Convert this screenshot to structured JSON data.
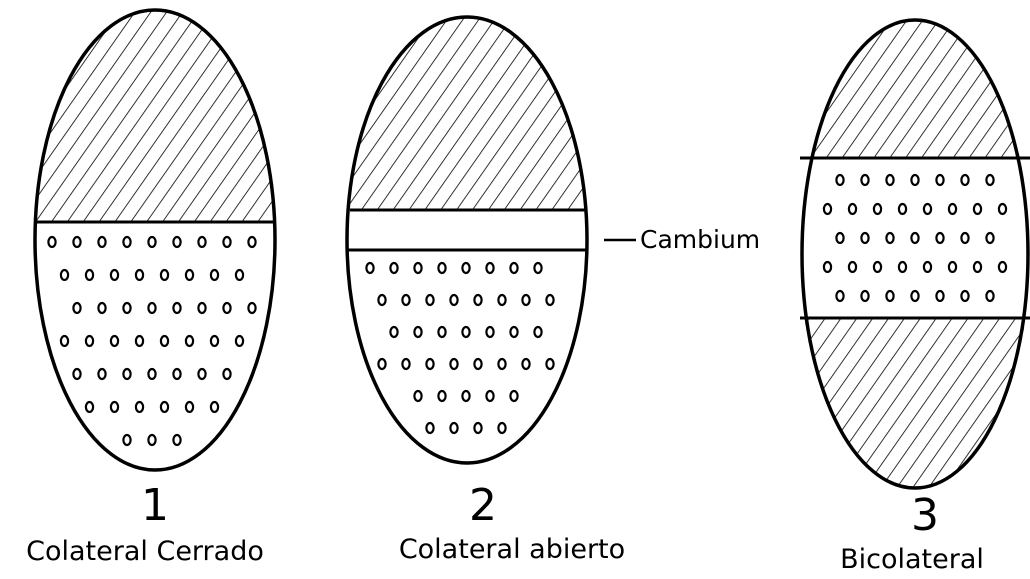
{
  "diagram": {
    "colors": {
      "ink": "#000000",
      "paper": "#ffffff"
    },
    "bundles": [
      {
        "number": "1",
        "caption": "Colateral Cerrado",
        "layers": [
          "phloem-hatched",
          "xylem-dotted"
        ]
      },
      {
        "number": "2",
        "caption": "Colateral abierto",
        "layers": [
          "phloem-hatched",
          "cambium-band",
          "xylem-dotted"
        ],
        "annotation": "Cambium"
      },
      {
        "number": "3",
        "caption": "Bicolateral",
        "layers": [
          "phloem-hatched",
          "xylem-dotted",
          "phloem-hatched"
        ]
      }
    ]
  }
}
